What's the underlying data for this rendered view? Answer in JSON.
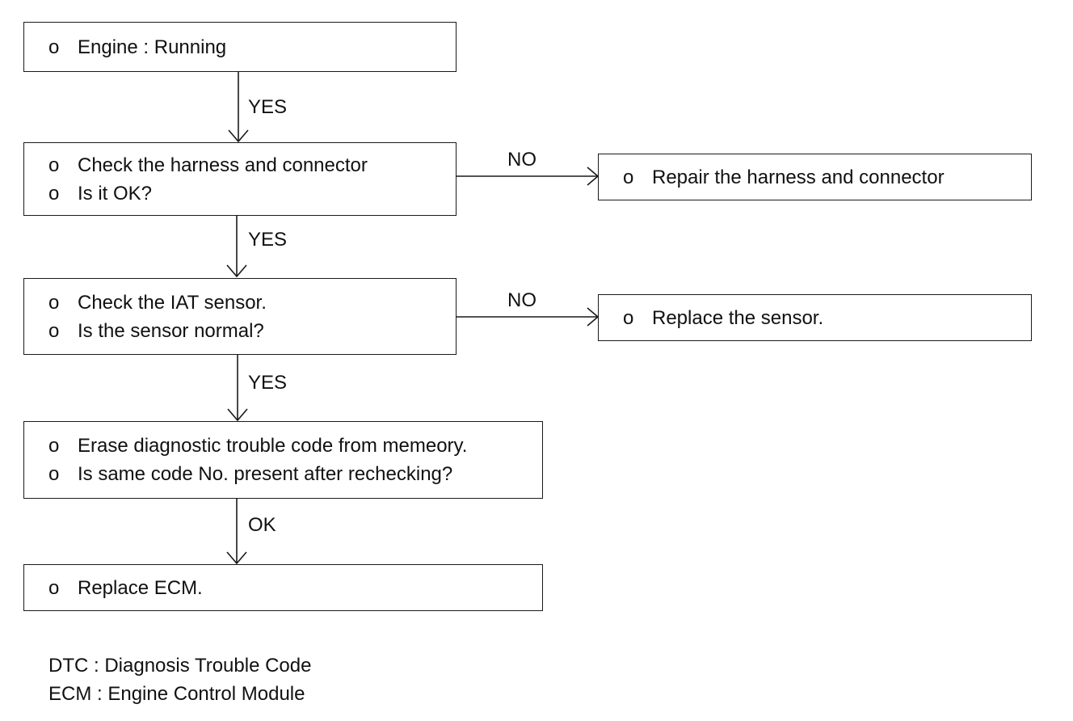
{
  "flowchart": {
    "nodes": {
      "start": {
        "lines": [
          "Engine : Running"
        ]
      },
      "check_harness": {
        "lines": [
          "Check the harness and connector",
          "Is it OK?"
        ]
      },
      "repair_harness": {
        "lines": [
          "Repair the harness and connector"
        ]
      },
      "check_sensor": {
        "lines": [
          "Check the IAT sensor.",
          "Is the sensor normal?"
        ]
      },
      "replace_sensor": {
        "lines": [
          "Replace the sensor."
        ]
      },
      "erase_dtc": {
        "lines": [
          "Erase diagnostic trouble code from memeory.",
          "Is same code No. present after rechecking?"
        ]
      },
      "replace_ecm": {
        "lines": [
          "Replace ECM."
        ]
      }
    },
    "bullet_glyph": "o",
    "edges": {
      "start_to_harness": "YES",
      "harness_to_repair": "NO",
      "harness_to_sensor": "YES",
      "sensor_to_replace": "NO",
      "sensor_to_erase": "YES",
      "erase_to_ecm": "OK"
    }
  },
  "legend": {
    "lines": [
      "DTC : Diagnosis Trouble Code",
      "ECM : Engine Control Module"
    ]
  },
  "colors": {
    "line": "#1a1a1a",
    "text": "#111111",
    "background": "#ffffff"
  }
}
